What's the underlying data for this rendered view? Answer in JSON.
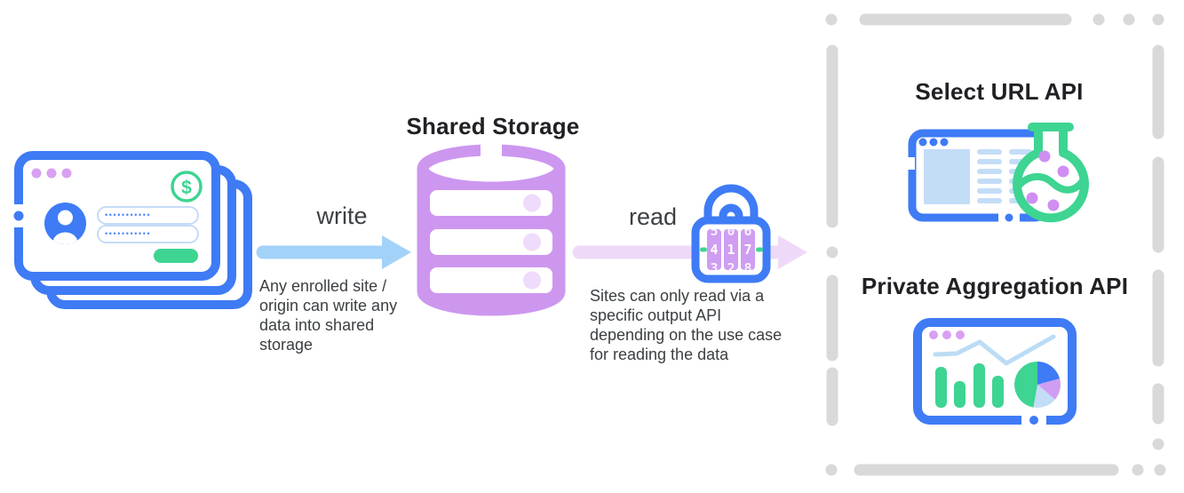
{
  "shared_storage": {
    "title": "Shared Storage"
  },
  "write_flow": {
    "label": "write",
    "caption": "Any enrolled site / origin can write any data into shared storage"
  },
  "read_flow": {
    "label": "read",
    "caption": "Sites can only read via a specific output API depending on the use case for reading the data"
  },
  "lock": {
    "columns": [
      {
        "above": "5",
        "digit": "4",
        "below": "3"
      },
      {
        "above": "0",
        "digit": "1",
        "below": "2"
      },
      {
        "above": "6",
        "digit": "7",
        "below": "8"
      }
    ]
  },
  "login_stack": {
    "password_field_1": {
      "value": "•••••••••••"
    },
    "password_field_2": {
      "value": "•••••••••••"
    },
    "icons": {
      "dollar": "$"
    }
  },
  "output_container": {
    "select_url_api": {
      "title": "Select URL API"
    },
    "private_aggregation_api": {
      "title": "Private Aggregation API"
    }
  },
  "colors": {
    "blue": "#3e7bf5",
    "light_blue_fill": "#c3ddf7",
    "write_arrow": "#a3d2f9",
    "read_arrow": "#efd9f8",
    "purple": "#cd97ef",
    "purple_light": "#efdbfb",
    "green": "#3ed492",
    "frame_gray": "#d9d9d9",
    "text_dark": "#202124",
    "text_gray": "#3c4043"
  }
}
